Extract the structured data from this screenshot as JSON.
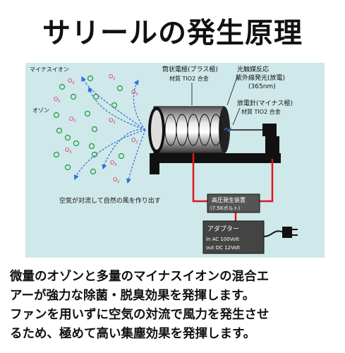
{
  "title": "サリールの発生原理",
  "diagram": {
    "labels": {
      "minus_ion": "マイナスイオン",
      "ozone": "オゾン",
      "electrode": "筒状電極(プラス極)",
      "electrode_material": "材質 TIO2 合金",
      "photocatalyst": "光触媒反応",
      "uv_light": "紫外線発光(放電)",
      "wavelength": "(365nm)",
      "discharge_needle": "放電針(マイナス極)",
      "needle_material": "材質 TIO2 合金",
      "convection": "空気が対流して自然の風を作り出す",
      "hv_device": "高圧発生装置",
      "hv_voltage": "(7.5Kボルト)",
      "adapter": "アダプター",
      "adapter_in": "in   AC 100Volt",
      "adapter_out": "out DC  12Volt",
      "o2": "O",
      "o2_sub": "2",
      "o3_sub": "3"
    },
    "colors": {
      "background": "#cfe8ea",
      "ozone": "#e0245e",
      "ion": "#1a9a3a",
      "wire": "#e0161e",
      "arrow": "#2f6fd6"
    }
  },
  "caption": [
    "微量のオゾンと多量のマイナスイオンの混合エ",
    "アーが強力な除菌・脱臭効果を発揮します。",
    "ファンを用いずに空気の対流で風力を発生させ",
    "るため、極めて高い集塵効果を発揮します。"
  ]
}
